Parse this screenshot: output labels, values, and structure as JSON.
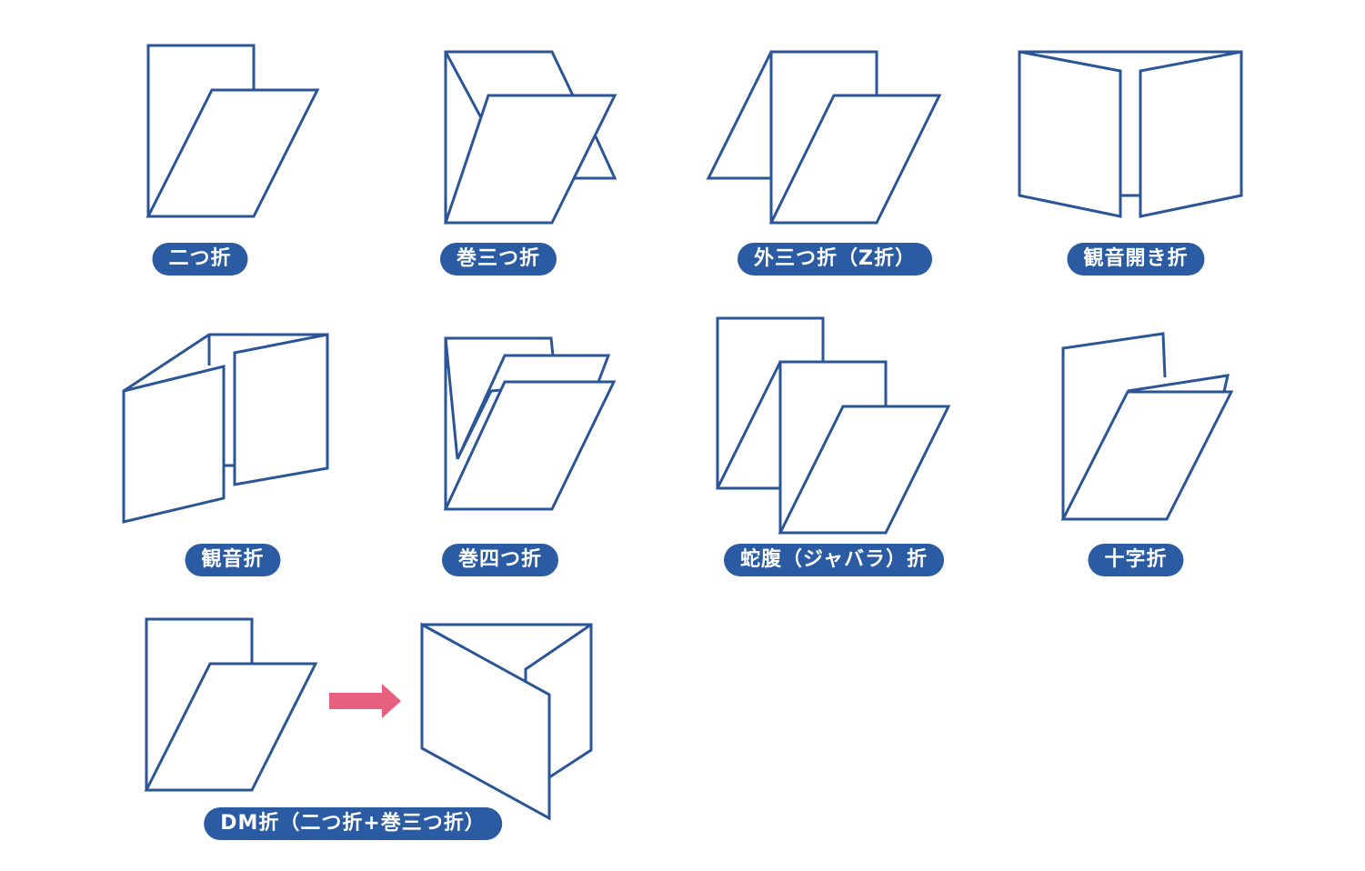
{
  "labels": {
    "nitsuori": "二つ折",
    "makisantsuori": "巻三つ折",
    "sotosantsuori": "外三つ折（Z折）",
    "kannonbiraki": "観音開き折",
    "kannonori": "観音折",
    "makiyotsuori": "巻四つ折",
    "jabara": "蛇腹（ジャバラ）折",
    "jujiori": "十字折",
    "dmori": "DM折（二つ折+巻三つ折）"
  },
  "colors": {
    "stroke": "#2b5597",
    "label_bg": "#2a5ba3",
    "arrow": "#e8607f"
  }
}
